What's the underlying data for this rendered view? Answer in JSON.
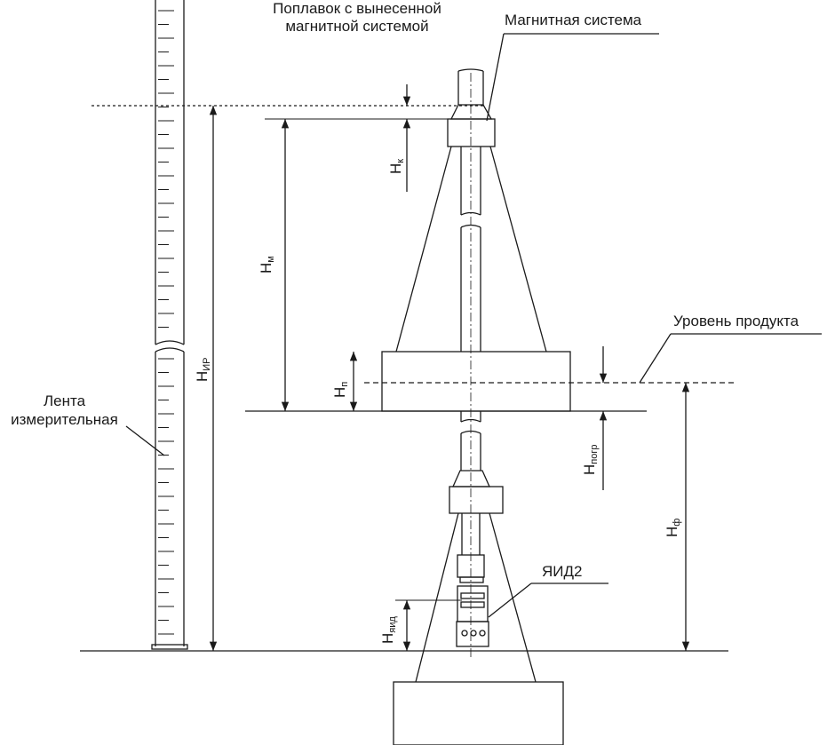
{
  "labels": {
    "float_title_line1": "Поплавок с вынесенной",
    "float_title_line2": "магнитной системой",
    "magnetic_system": "Магнитная система",
    "product_level": "Уровень продукта",
    "tape_line1": "Лента",
    "tape_line2": "измерительная",
    "sensor": "ЯИД2"
  },
  "dimensions": {
    "h_k": {
      "base": "H",
      "sub": "к"
    },
    "h_m": {
      "base": "H",
      "sub": "м"
    },
    "h_ir": {
      "base": "H",
      "sub": "ИР"
    },
    "h_p": {
      "base": "H",
      "sub": "п"
    },
    "h_pogr": {
      "base": "H",
      "sub": "погр"
    },
    "h_f": {
      "base": "H",
      "sub": "ф"
    },
    "h_yaid": {
      "base": "H",
      "sub": "яид"
    }
  },
  "colors": {
    "ink": "#1a1a1a",
    "paper": "#ffffff"
  }
}
